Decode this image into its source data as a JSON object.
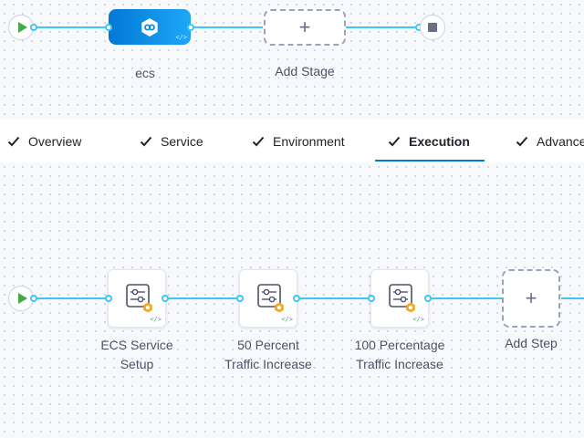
{
  "pipeline": {
    "stages": [
      {
        "name": "ecs",
        "icon": "ecs-deploy-icon"
      }
    ],
    "add_stage": {
      "symbol": "+",
      "label": "Add Stage"
    }
  },
  "tabs": [
    {
      "label": "Overview",
      "completed": true,
      "active": false
    },
    {
      "label": "Service",
      "completed": true,
      "active": false
    },
    {
      "label": "Environment",
      "completed": true,
      "active": false
    },
    {
      "label": "Execution",
      "completed": true,
      "active": true
    },
    {
      "label": "Advance",
      "completed": true,
      "active": false
    }
  ],
  "execution": {
    "steps": [
      {
        "line1": "ECS Service",
        "line2": "Setup",
        "icon": "ecs-step-icon"
      },
      {
        "line1": "50 Percent",
        "line2": "Traffic Increase",
        "icon": "ecs-step-icon"
      },
      {
        "line1": "100 Percentage",
        "line2": "Traffic Increase",
        "icon": "ecs-step-icon"
      }
    ],
    "add_step": {
      "symbol": "+",
      "label": "Add Step"
    }
  },
  "icons": {
    "start": "play-icon",
    "end": "stop-icon",
    "check": "check-icon",
    "code": "code-icon",
    "gear": "gear-icon"
  },
  "colors": {
    "accent": "#0278d5",
    "connector": "#3dc7f6",
    "start_green": "#42ab45",
    "stop_grey": "#6b6d85",
    "badge_orange": "#f5a623"
  }
}
